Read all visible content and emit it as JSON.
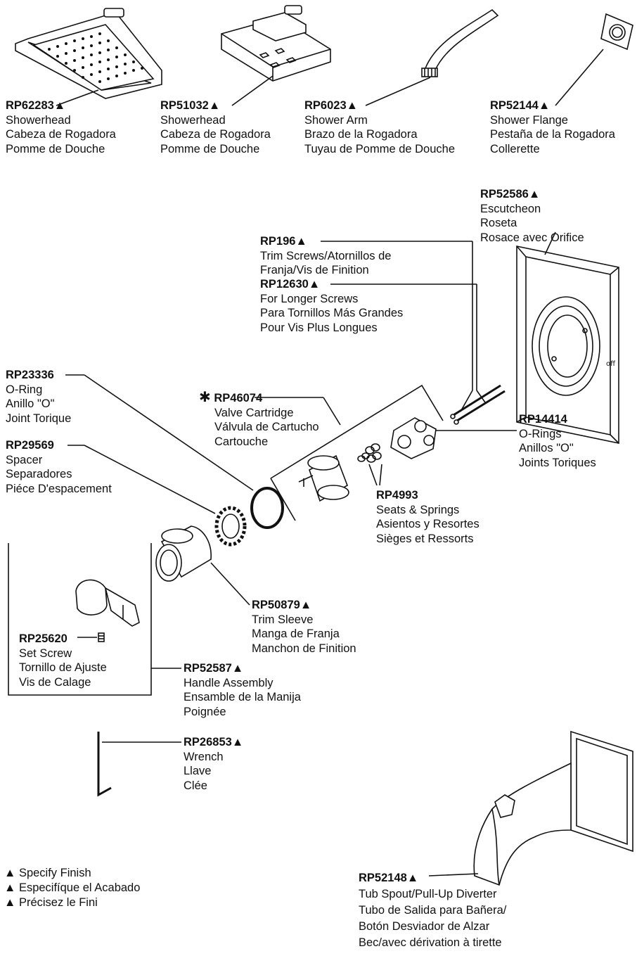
{
  "triangle": "▲",
  "parts": [
    {
      "id": "RP62283",
      "flag": "▲",
      "lines": [
        "Showerhead",
        "Cabeza de Rogadora",
        "Pomme de Douche"
      ]
    },
    {
      "id": "RP51032",
      "flag": "▲",
      "lines": [
        "Showerhead",
        "Cabeza de Rogadora",
        "Pomme de Douche"
      ]
    },
    {
      "id": "RP6023",
      "flag": "▲",
      "lines": [
        "Shower Arm",
        "Brazo de la Rogadora",
        "Tuyau de Pomme de Douche"
      ]
    },
    {
      "id": "RP52144",
      "flag": "▲",
      "lines": [
        "Shower Flange",
        "Pestaña de la Rogadora",
        "Collerette"
      ]
    },
    {
      "id": "RP52586",
      "flag": "▲",
      "lines": [
        "Escutcheon",
        "Roseta",
        "Rosace avec Orifice"
      ]
    },
    {
      "id": "RP196",
      "flag": "▲",
      "lines": [
        "Trim Screws/Atornillos de",
        "Franja/Vis de Finition"
      ]
    },
    {
      "id": "RP12630",
      "flag": "▲",
      "lines": [
        "For Longer Screws",
        "Para Tornillos Más Grandes",
        "Pour Vis Plus Longues"
      ]
    },
    {
      "id": "RP23336",
      "flag": "",
      "lines": [
        "O-Ring",
        "Anillo \"O\"",
        "Joint Torique"
      ]
    },
    {
      "id": "RP46074",
      "flag": "",
      "lines": [
        "Valve Cartridge",
        "Válvula de Cartucho",
        "Cartouche"
      ]
    },
    {
      "id": "RP14414",
      "flag": "",
      "lines": [
        "O-Rings",
        "Anillos \"O\"",
        "Joints Toriques"
      ]
    },
    {
      "id": "RP29569",
      "flag": "",
      "lines": [
        "Spacer",
        "Separadores",
        "Piéce D'espacement"
      ]
    },
    {
      "id": "RP4993",
      "flag": "",
      "lines": [
        "Seats & Springs",
        "Asientos y Resortes",
        "Sièges et Ressorts"
      ]
    },
    {
      "id": "RP50879",
      "flag": "▲",
      "lines": [
        "Trim Sleeve",
        "Manga de Franja",
        "Manchon de Finition"
      ]
    },
    {
      "id": "RP25620",
      "flag": "",
      "lines": [
        "Set Screw",
        "Tornillo de Ajuste",
        "Vis de Calage"
      ]
    },
    {
      "id": "RP52587",
      "flag": "▲",
      "lines": [
        "Handle Assembly",
        "Ensamble de la Manija",
        "Poignée"
      ]
    },
    {
      "id": "RP26853",
      "flag": "▲",
      "lines": [
        "Wrench",
        "Llave",
        "Clée"
      ]
    },
    {
      "id": "RP52148",
      "flag": "▲",
      "lines": [
        "Tub Spout/Pull-Up Diverter",
        "Tubo de Salida para Bañera/",
        "Botón Desviador de Alzar",
        "Bec/avec dérivation à tirette"
      ]
    }
  ],
  "asterisk": "✱",
  "legend": [
    "Specify Finish",
    "Especifíque el Acabado",
    "Précisez le Fini"
  ]
}
